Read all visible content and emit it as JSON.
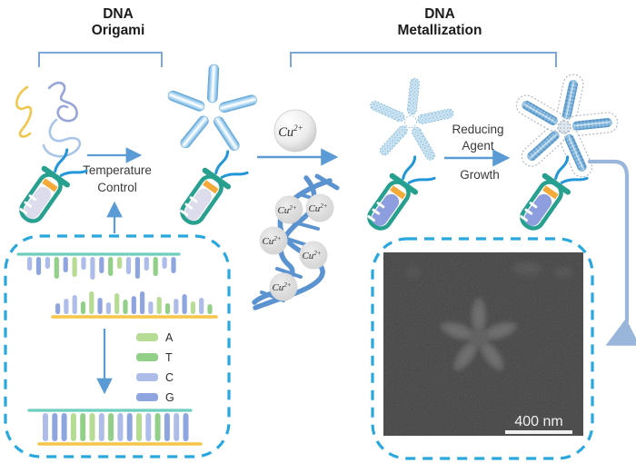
{
  "sections": {
    "origami": {
      "title_line1": "DNA",
      "title_line2": "Origami"
    },
    "metallization": {
      "title_line1": "DNA",
      "title_line2": "Metallization"
    }
  },
  "labels": {
    "temperature_line1": "Temperature",
    "temperature_line2": "Control",
    "reducing_line1": "Reducing",
    "reducing_line2": "Agent",
    "growth": "Growth"
  },
  "cu_sphere": {
    "element": "Cu",
    "charge": "2+"
  },
  "helix": {
    "ions": [
      {
        "element": "Cu",
        "charge": "2+"
      },
      {
        "element": "Cu",
        "charge": "2+"
      },
      {
        "element": "Cu",
        "charge": "2+"
      },
      {
        "element": "Cu",
        "charge": "2+"
      },
      {
        "element": "Cu",
        "charge": "2+"
      }
    ]
  },
  "legend": {
    "items": [
      {
        "label": "A",
        "color": "#b6db92"
      },
      {
        "label": "T",
        "color": "#92d089"
      },
      {
        "label": "C",
        "color": "#adbce9"
      },
      {
        "label": "G",
        "color": "#8fa5e0"
      }
    ]
  },
  "base_colors": {
    "A": "#b6db92",
    "T": "#92d089",
    "C": "#adbce9",
    "G": "#8fa5e0"
  },
  "strands": {
    "hanging": {
      "bases": [
        "C",
        "G",
        "C",
        "T",
        "G",
        "A",
        "C",
        "C",
        "G",
        "T",
        "A",
        "C",
        "G",
        "C",
        "T",
        "C",
        "G"
      ],
      "heights": [
        15,
        20,
        13,
        24,
        17,
        22,
        14,
        25,
        18,
        21,
        13,
        19,
        24,
        15,
        21,
        13,
        18
      ]
    },
    "standing": {
      "bases": [
        "G",
        "C",
        "C",
        "T",
        "A",
        "G",
        "C",
        "A",
        "T",
        "G",
        "G",
        "C",
        "A",
        "T",
        "C",
        "G",
        "A",
        "C",
        "T"
      ],
      "heights": [
        12,
        17,
        21,
        14,
        25,
        18,
        13,
        23,
        16,
        20,
        25,
        14,
        19,
        12,
        17,
        22,
        14,
        18,
        11
      ]
    },
    "duplex": {
      "bases": [
        "C",
        "G",
        "G",
        "A",
        "T",
        "A",
        "C",
        "T",
        "C",
        "G",
        "A",
        "C",
        "T",
        "G",
        "C",
        "G"
      ]
    }
  },
  "sem": {
    "scale_label": "400 nm"
  },
  "colors": {
    "accent_cyan_dashed": "#29a8e0",
    "arrow_blue": "#5b9bd5",
    "bracket_blue": "#7da7d9",
    "curve_arrow_steel": "#9ab5da",
    "tube_teal": "#28a08f",
    "tube_liquid_lavender": "#dcdcec",
    "tube_liquid_periwinkle": "#8c9ede",
    "orange_band": "#f4a938",
    "scaffold_teal": "#6fcfbf",
    "scaffold_yellow": "#f6c54a",
    "helix_blue": "#5b93d0",
    "origami_arm_blue": "#5fa6da",
    "sem_background": "#414141"
  }
}
